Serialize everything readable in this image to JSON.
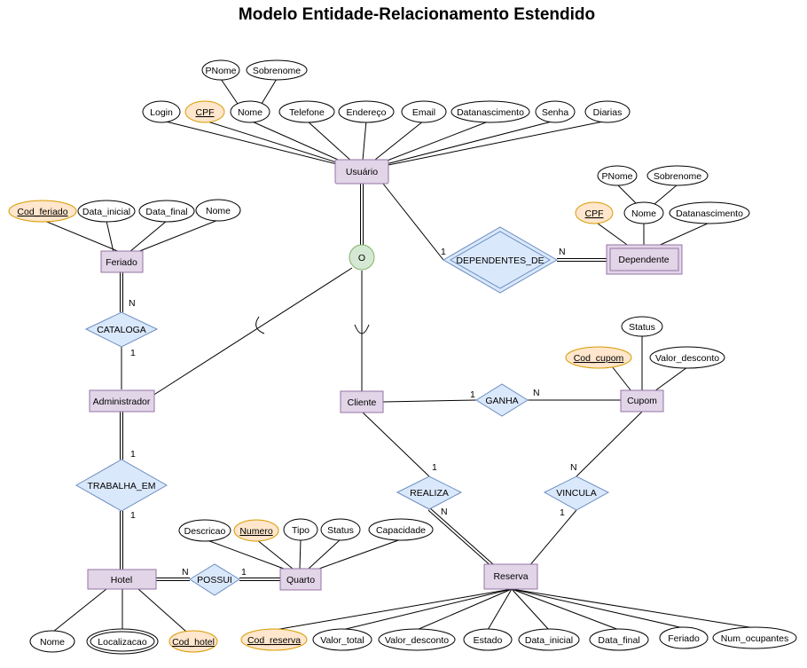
{
  "title": "Modelo Entidade-Relacionamento Estendido",
  "entities": {
    "usuario": "Usuário",
    "dependente": "Dependente",
    "feriado": "Feriado",
    "administrador": "Administrador",
    "cliente": "Cliente",
    "cupom": "Cupom",
    "hotel": "Hotel",
    "quarto": "Quarto",
    "reserva": "Reserva"
  },
  "relationships": {
    "dependentes_de": "DEPENDENTES_DE",
    "cataloga": "CATALOGA",
    "trabalha_em": "TRABALHA_EM",
    "ganha": "GANHA",
    "realiza": "REALIZA",
    "vincula": "VINCULA",
    "possui": "POSSUI"
  },
  "specialization": "O",
  "attributes": {
    "usuario": [
      "Login",
      "CPF",
      "Nome",
      "Telefone",
      "Endereço",
      "Email",
      "Datanascimento",
      "Senha",
      "Diarias"
    ],
    "usuario_nome": [
      "PNome",
      "Sobrenome"
    ],
    "dependente": [
      "CPF",
      "Nome",
      "Datanascimento"
    ],
    "dependente_nome": [
      "PNome",
      "Sobrenome"
    ],
    "feriado": [
      "Cod_feriado",
      "Data_inicial",
      "Data_final",
      "Nome"
    ],
    "cupom": [
      "Status",
      "Cod_cupom",
      "Valor_desconto"
    ],
    "quarto": [
      "Descricao",
      "Numero",
      "Tipo",
      "Status",
      "Capacidade"
    ],
    "hotel": [
      "Nome",
      "Localizacao",
      "Cod_hotel"
    ],
    "reserva": [
      "Cod_reserva",
      "Valor_total",
      "Valor_desconto",
      "Estado",
      "Data_inicial",
      "Data_final",
      "Feriado",
      "Num_ocupantes"
    ]
  },
  "cardinalities": {
    "dependentes_de": [
      "1",
      "N"
    ],
    "cataloga": [
      "N",
      "1"
    ],
    "trabalha_em": [
      "1",
      "1"
    ],
    "ganha": [
      "1",
      "N"
    ],
    "realiza": [
      "1",
      "N"
    ],
    "vincula": [
      "N",
      "1"
    ],
    "possui": [
      "N",
      "1"
    ]
  },
  "colors": {
    "entity_fill": "#e1d5e7",
    "entity_stroke": "#9673a6",
    "relationship_fill": "#dae8fc",
    "relationship_stroke": "#6c8ebf",
    "key_fill": "#ffe6cc",
    "key_stroke": "#d79b00",
    "specialization_fill": "#d5e8d4"
  }
}
